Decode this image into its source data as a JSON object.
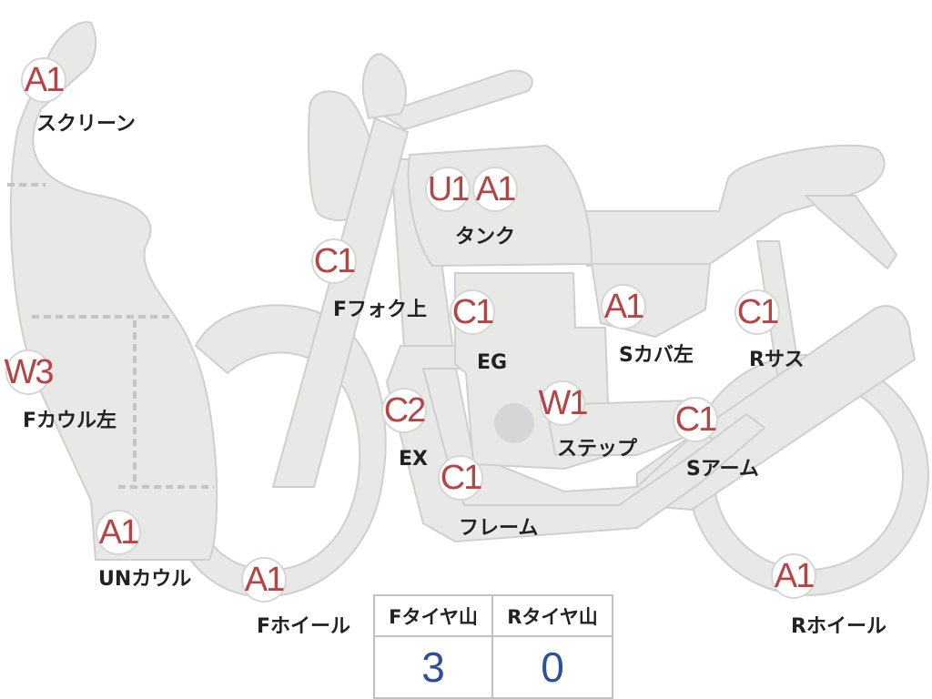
{
  "colors": {
    "body_fill": "#e8e8e6",
    "outline": "#cfcfcf",
    "grade_text": "#b54545",
    "value_text": "#2f4f9a"
  },
  "parts": [
    {
      "id": "screen",
      "grades": [
        "A1"
      ],
      "label": "スクリーン"
    },
    {
      "id": "tank",
      "grades": [
        "U1",
        "A1"
      ],
      "label": "タンク"
    },
    {
      "id": "f-fork-upper",
      "grades": [
        "C1"
      ],
      "label": "Fフォク上"
    },
    {
      "id": "eg",
      "grades": [
        "C1"
      ],
      "label": "EG"
    },
    {
      "id": "s-cover-left",
      "grades": [
        "A1"
      ],
      "label": "Sカバ左"
    },
    {
      "id": "r-suspension",
      "grades": [
        "C1"
      ],
      "label": "Rサス"
    },
    {
      "id": "f-cowl-left",
      "grades": [
        "W3"
      ],
      "label": "Fカウル左"
    },
    {
      "id": "ex",
      "grades": [
        "C2"
      ],
      "label": "EX"
    },
    {
      "id": "step",
      "grades": [
        "W1"
      ],
      "label": "ステップ"
    },
    {
      "id": "s-arm",
      "grades": [
        "C1"
      ],
      "label": "Sアーム"
    },
    {
      "id": "frame",
      "grades": [
        "C1"
      ],
      "label": "フレーム"
    },
    {
      "id": "un-cowl",
      "grades": [
        "A1"
      ],
      "label": "UNカウル"
    },
    {
      "id": "f-wheel",
      "grades": [
        "A1"
      ],
      "label": "Fホイール"
    },
    {
      "id": "r-wheel",
      "grades": [
        "A1"
      ],
      "label": "Rホイール"
    }
  ],
  "tire_tread": {
    "front_header": "Fタイヤ山",
    "rear_header": "Rタイヤ山",
    "front_value": "3",
    "rear_value": "0"
  }
}
